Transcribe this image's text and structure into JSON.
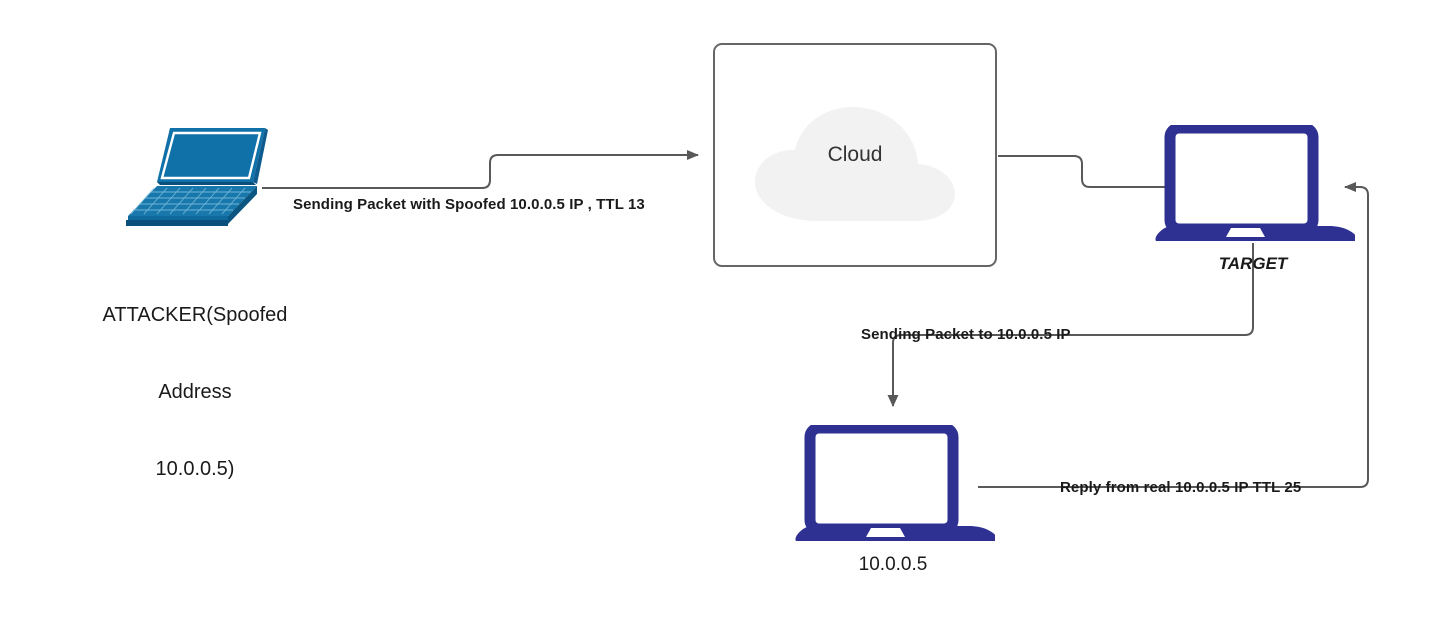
{
  "diagram": {
    "type": "network-attack-diagram",
    "background": "#ffffff",
    "palette": {
      "attacker_laptop": "#1070a8",
      "attacker_laptop_dark": "#0e5c8f",
      "device_navy": "#2e3192",
      "wire": "#666666",
      "cloud_fill": "#f2f2f2",
      "box_border": "#666666",
      "text": "#1a1a1a"
    },
    "nodes": [
      {
        "id": "attacker",
        "icon": "laptop-isometric-icon",
        "label": "ATTACKER(Spoofed\nAddress\n10.0.0.5)",
        "label_lines": [
          "ATTACKER(Spoofed",
          "Address",
          "10.0.0.5)"
        ]
      },
      {
        "id": "cloud",
        "icon": "cloud-icon",
        "label": "Cloud"
      },
      {
        "id": "target",
        "icon": "laptop-icon",
        "label": "TARGET"
      },
      {
        "id": "victim",
        "icon": "laptop-icon",
        "label": "10.0.0.5"
      }
    ],
    "connections": [
      {
        "id": "attacker-to-cloud",
        "from": "attacker",
        "to": "cloud",
        "label": "Sending Packet with Spoofed 10.0.0.5 IP , TTL 13",
        "arrow": true
      },
      {
        "id": "cloud-to-target",
        "from": "cloud",
        "to": "target",
        "label": "",
        "arrow": false
      },
      {
        "id": "target-to-victim",
        "from": "target",
        "to": "victim",
        "label": "Sending Packet to 10.0.0.5 IP",
        "arrow": true
      },
      {
        "id": "victim-to-target",
        "from": "victim",
        "to": "target",
        "label": "Reply from real 10.0.0.5 IP TTL 25",
        "arrow": true
      }
    ]
  }
}
